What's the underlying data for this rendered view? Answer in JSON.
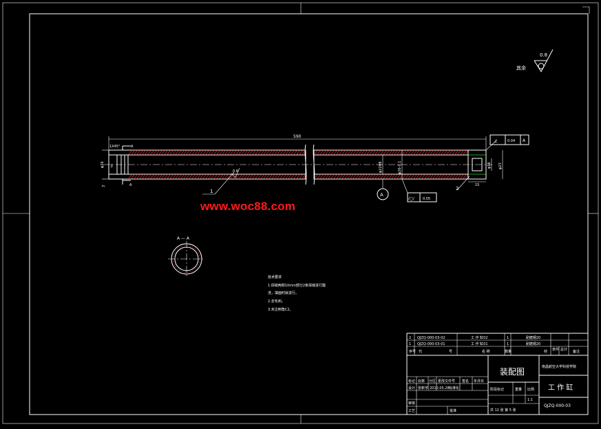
{
  "watermark": "www.woc88.com",
  "roughness": {
    "prefix": "其余",
    "value": "0.8"
  },
  "dims": {
    "overall_length": "590",
    "chamfer": "1X45°",
    "section_cut": "A",
    "left_dia": "φ26",
    "left_h": "3",
    "left_tol": "3",
    "bore_dia": "φ22H8",
    "outer_dia": "φ26-0.1",
    "right_small": "φ16",
    "right_dia": "φ23",
    "right_len": "15",
    "surface_mark": "0.8",
    "leader_1": "1",
    "leader_2": "2"
  },
  "gdt": {
    "perp_symbol": "⊥",
    "perp_value": "0.04",
    "perp_datum": "A",
    "cyl_symbol": "/◯/",
    "cyl_value": "0.05",
    "datum_label": "A"
  },
  "section_view": {
    "label": "A — A"
  },
  "tech_notes": {
    "title": "技术要求",
    "lines": [
      "1.焊缝两侧10mm部分2条焊缝进行酸",
      "  洗，填面时就进行。",
      "2.去毛刺。",
      "3.未注倒角C2。"
    ]
  },
  "title_block": {
    "parts_rows": [
      {
        "no": "2",
        "code": "QJZQ-000-03-02",
        "name": "工 作 缸02",
        "qty": "1",
        "mat": "耐磨铜20"
      },
      {
        "no": "1",
        "code": "QJZQ-000-03-01",
        "name": "工 作 缸01",
        "qty": "1",
        "mat": "耐磨铜20"
      }
    ],
    "header": {
      "no": "序号",
      "code": "代",
      "name": "号",
      "qty": "名 称",
      "mat": "数量",
      "extra1": "材",
      "extra2": "单件",
      "extra3": "总计",
      "note": "备注"
    },
    "drawing_type": "装配图",
    "school": "南昌航空大学科技学院",
    "part_name": "工 作 缸",
    "drawing_no": "QJZQ-000-03",
    "sign_row1": [
      "标记",
      "处数",
      "分区",
      "更改文件号",
      "签名",
      "年月日"
    ],
    "sign_row2": [
      "设计",
      "张新宇",
      "2010.05.28",
      "标准化"
    ],
    "stage_labels": [
      "阶段标记",
      "重量",
      "比例"
    ],
    "scale": "1:1",
    "review": "审核",
    "process": "工艺",
    "approve": "批准",
    "sheet_info": "共 12 张 第 5 张"
  }
}
